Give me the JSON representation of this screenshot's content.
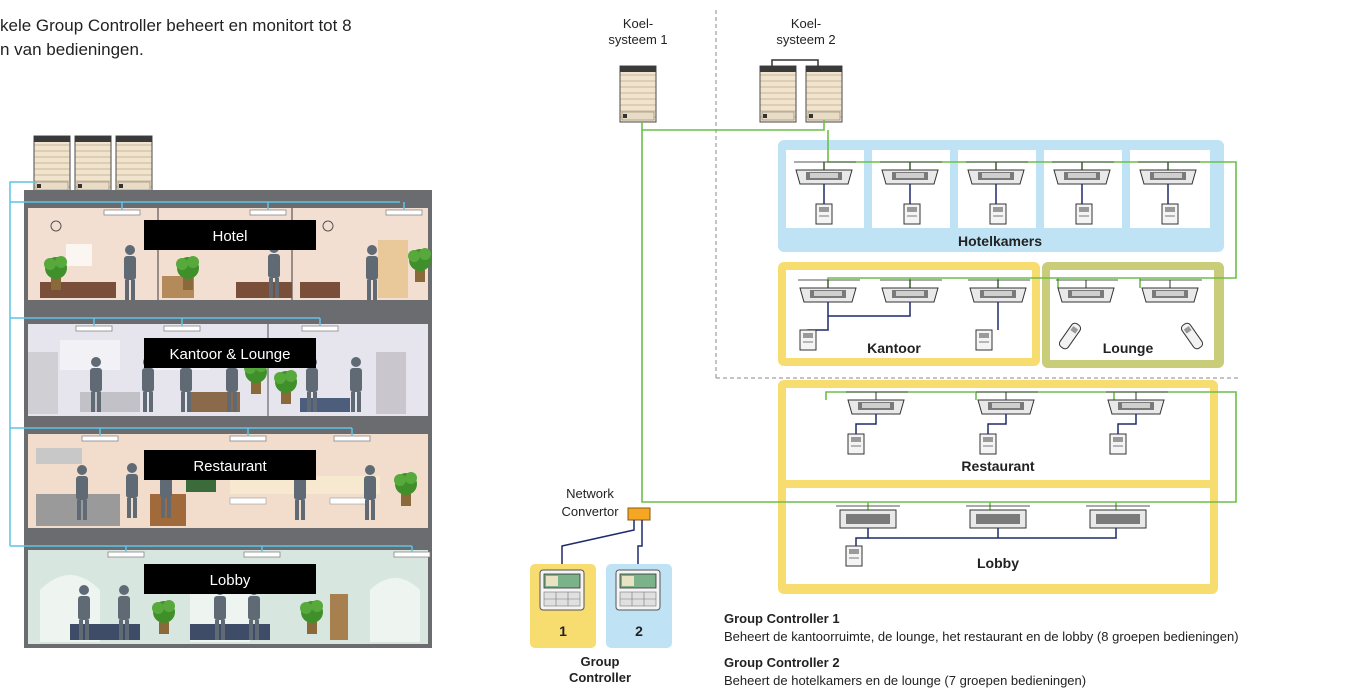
{
  "intro": {
    "line1": "kele Group Controller beheert en monitort tot 8",
    "line2": "n van bedieningen."
  },
  "building": {
    "floors": [
      "Hotel",
      "Kantoor & Lounge",
      "Restaurant",
      "Lobby"
    ]
  },
  "systems": {
    "system1": [
      "Koel-",
      "systeem 1"
    ],
    "system2": [
      "Koel-",
      "systeem 2"
    ]
  },
  "zones": {
    "hotel": "Hotelkamers",
    "office": "Kantoor",
    "lounge": "Lounge",
    "restaurant": "Restaurant",
    "lobby": "Lobby"
  },
  "network": {
    "line1": "Network",
    "line2": "Convertor"
  },
  "controllers": {
    "badge1": "1",
    "badge2": "2",
    "caption_line1": "Group",
    "caption_line2": "Controller"
  },
  "legend": {
    "gc1_title": "Group Controller 1",
    "gc1_desc": "Beheert de kantoorruimte, de lounge, het restaurant en de lobby (8 groepen bedieningen)",
    "gc2_title": "Group Controller 2",
    "gc2_desc": "Beheert de hotelkamers en de lounge (7 groepen bedieningen)"
  },
  "colors": {
    "green_line": "#6cbf4a",
    "navy_line": "#1f2a6b",
    "light_blue_zone": "#bfe3f4",
    "yellow_zone": "#f7dc6f",
    "olive_zone": "#c9cd7a",
    "orange_convertor": "#f5a623",
    "building_frame": "#6a6c6f",
    "label_bg": "#000000"
  }
}
